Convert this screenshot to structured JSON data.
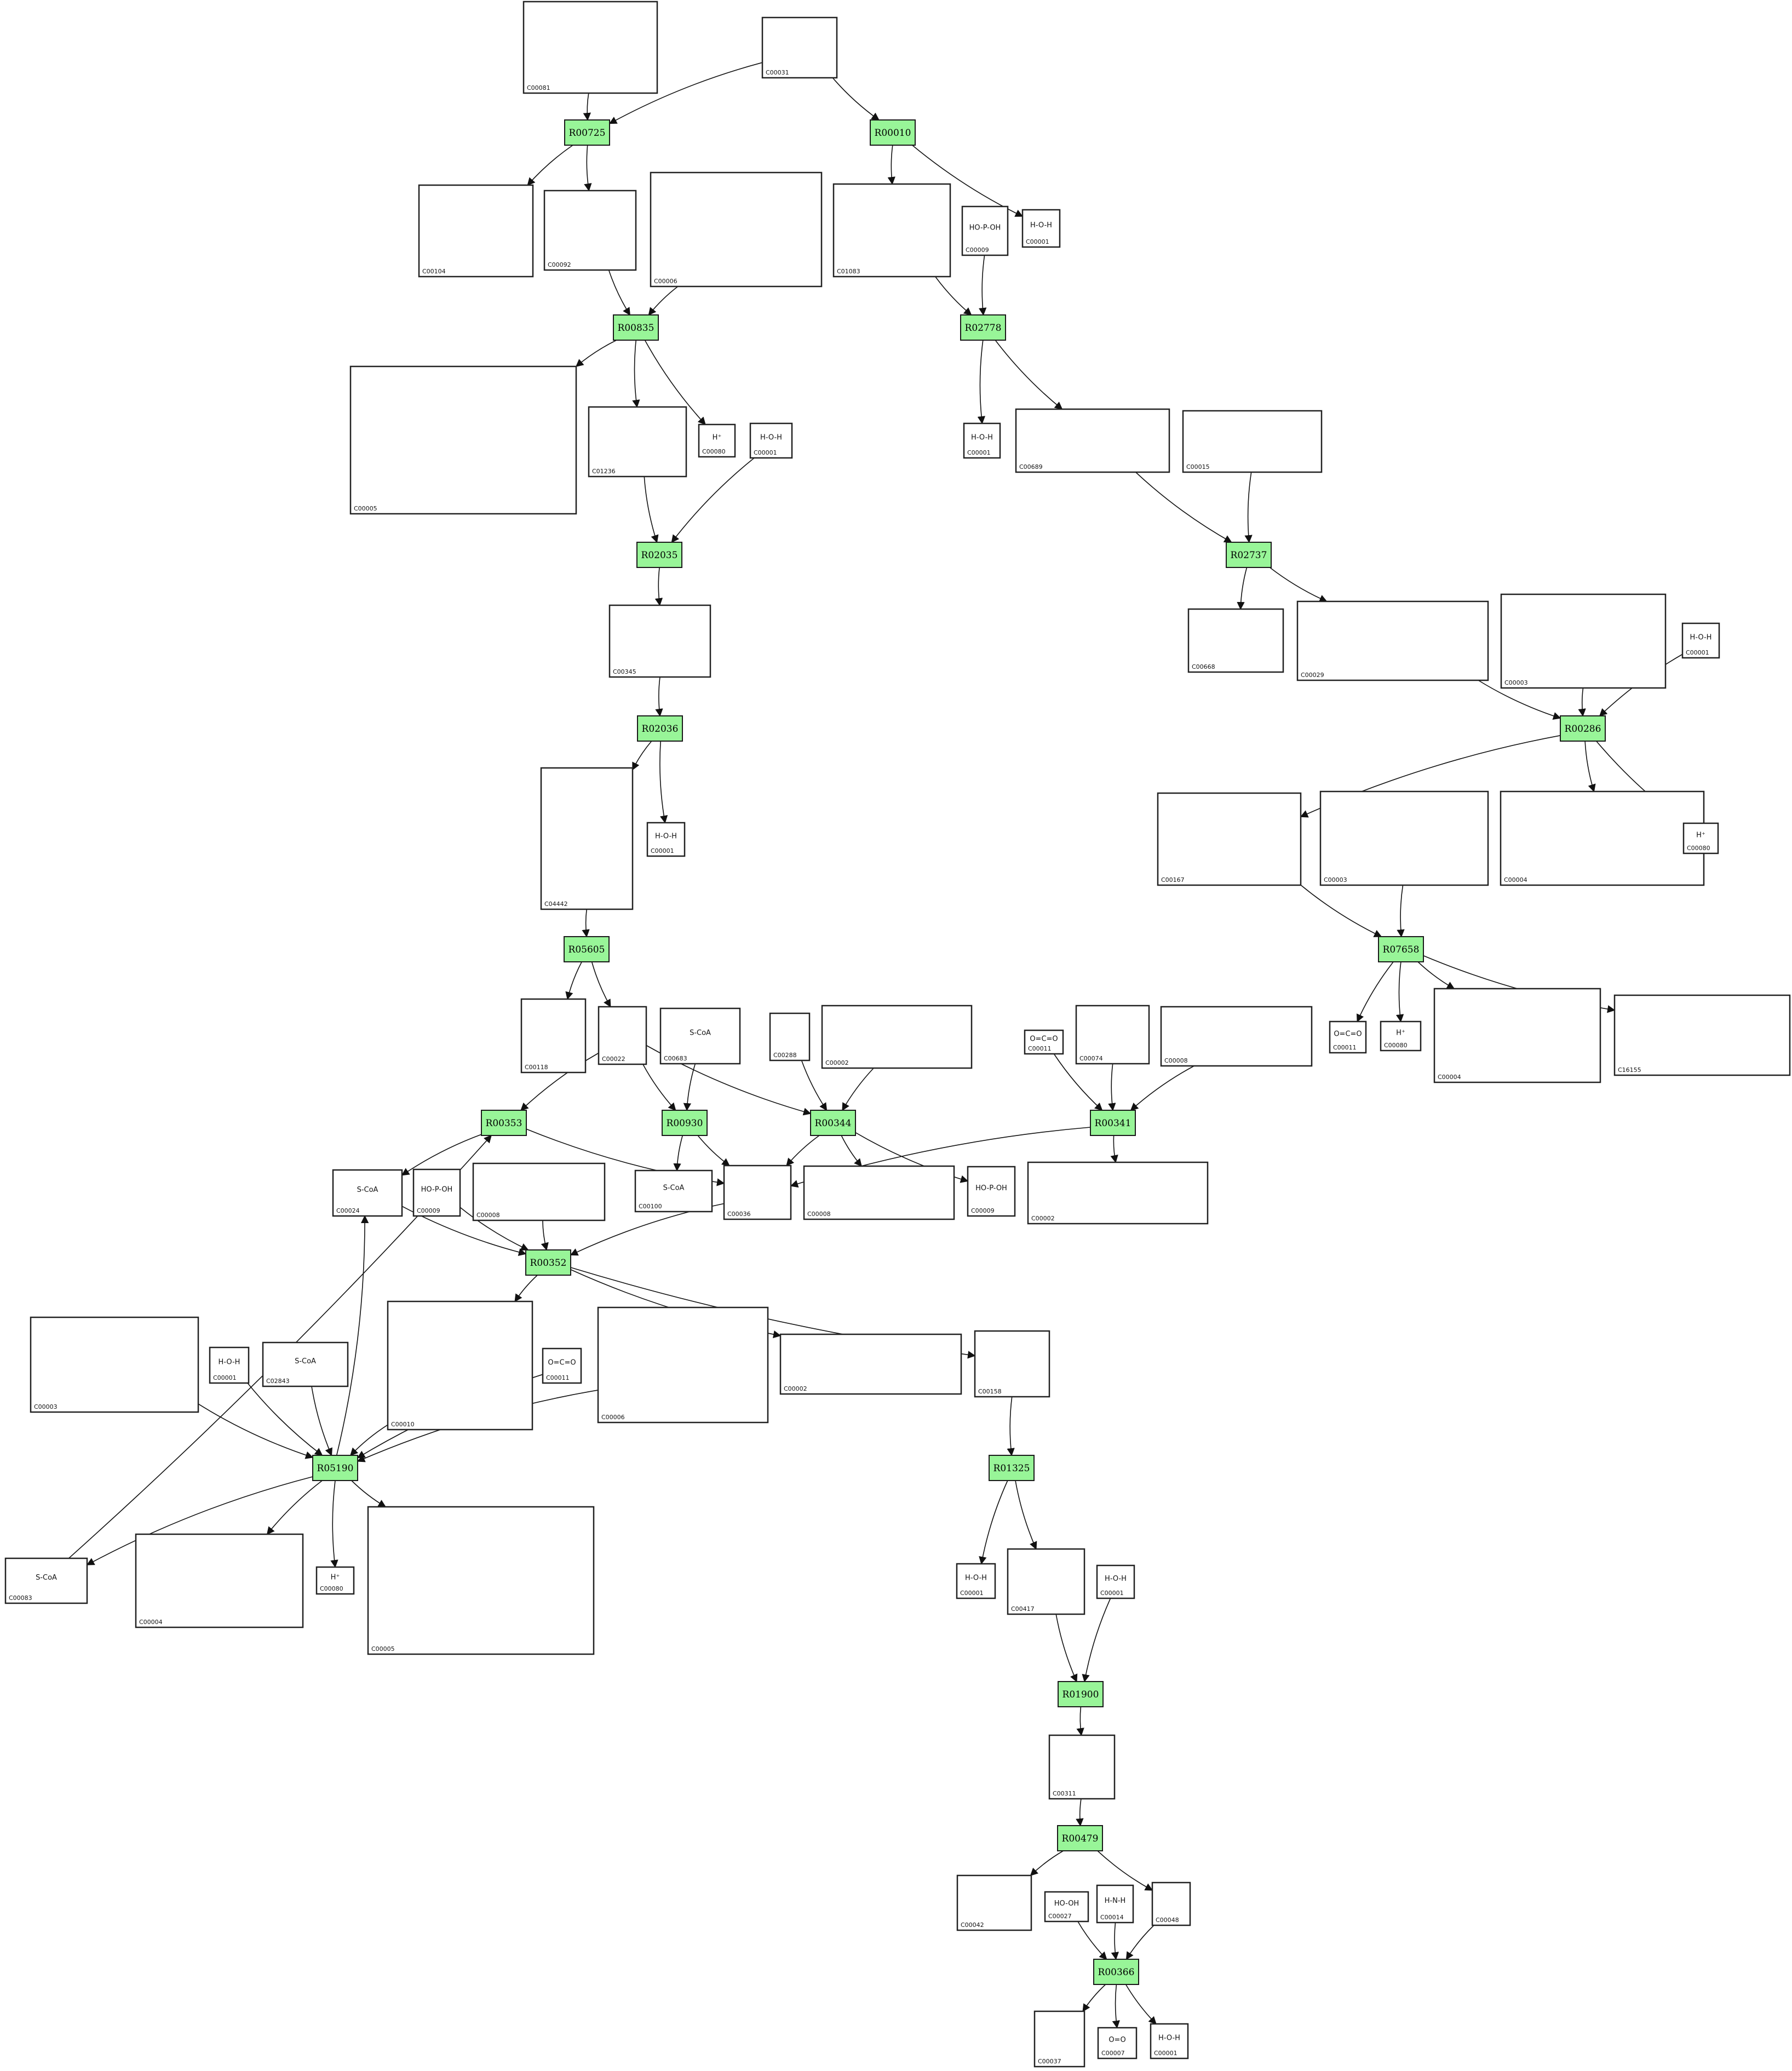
{
  "colors": {
    "reaction": "#98f598",
    "edge": "#111111",
    "box": "#222222"
  },
  "reactions": [
    {
      "id": "R00725",
      "label": "R00725"
    },
    {
      "id": "R00010",
      "label": "R00010"
    },
    {
      "id": "R00835",
      "label": "R00835"
    },
    {
      "id": "R02778",
      "label": "R02778"
    },
    {
      "id": "R02035",
      "label": "R02035"
    },
    {
      "id": "R02737",
      "label": "R02737"
    },
    {
      "id": "R02036",
      "label": "R02036"
    },
    {
      "id": "R00286",
      "label": "R00286"
    },
    {
      "id": "R05605",
      "label": "R05605"
    },
    {
      "id": "R07658",
      "label": "R07658"
    },
    {
      "id": "R00353",
      "label": "R00353"
    },
    {
      "id": "R00930",
      "label": "R00930"
    },
    {
      "id": "R00344",
      "label": "R00344"
    },
    {
      "id": "R00341",
      "label": "R00341"
    },
    {
      "id": "R00352",
      "label": "R00352"
    },
    {
      "id": "R05190",
      "label": "R05190"
    },
    {
      "id": "R01325",
      "label": "R01325"
    },
    {
      "id": "R01900",
      "label": "R01900"
    },
    {
      "id": "R00479",
      "label": "R00479"
    },
    {
      "id": "R00366",
      "label": "R00366"
    }
  ],
  "compounds": [
    {
      "key": "C00081_a",
      "label": "C00081",
      "structure": ""
    },
    {
      "key": "C00031_a",
      "label": "C00031",
      "structure": ""
    },
    {
      "key": "C00104_a",
      "label": "C00104",
      "structure": ""
    },
    {
      "key": "C00092_a",
      "label": "C00092",
      "structure": ""
    },
    {
      "key": "C00006_a",
      "label": "C00006",
      "structure": ""
    },
    {
      "key": "C01083_a",
      "label": "C01083",
      "structure": ""
    },
    {
      "key": "C00009_a",
      "label": "C00009",
      "structure": "HO-P-OH"
    },
    {
      "key": "C00001_a",
      "label": "C00001",
      "structure": "H-O-H"
    },
    {
      "key": "C00005_a",
      "label": "C00005",
      "structure": ""
    },
    {
      "key": "C01236_a",
      "label": "C01236",
      "structure": ""
    },
    {
      "key": "C00080_a",
      "label": "C00080",
      "structure": "H⁺"
    },
    {
      "key": "C00001_b",
      "label": "C00001",
      "structure": "H-O-H"
    },
    {
      "key": "C00001_c",
      "label": "C00001",
      "structure": "H-O-H"
    },
    {
      "key": "C00689_a",
      "label": "C00689",
      "structure": ""
    },
    {
      "key": "C00015_a",
      "label": "C00015",
      "structure": ""
    },
    {
      "key": "C00345_a",
      "label": "C00345",
      "structure": ""
    },
    {
      "key": "C00668_a",
      "label": "C00668",
      "structure": ""
    },
    {
      "key": "C00029_a",
      "label": "C00029",
      "structure": ""
    },
    {
      "key": "C00003_a",
      "label": "C00003",
      "structure": ""
    },
    {
      "key": "C00001_d",
      "label": "C00001",
      "structure": "H-O-H"
    },
    {
      "key": "C04442_a",
      "label": "C04442",
      "structure": ""
    },
    {
      "key": "C00001_e",
      "label": "C00001",
      "structure": "H-O-H"
    },
    {
      "key": "C00167_a",
      "label": "C00167",
      "structure": ""
    },
    {
      "key": "C00003_b",
      "label": "C00003",
      "structure": ""
    },
    {
      "key": "C00004_a",
      "label": "C00004",
      "structure": ""
    },
    {
      "key": "C00080_b",
      "label": "C00080",
      "structure": "H⁺"
    },
    {
      "key": "C00118_a",
      "label": "C00118",
      "structure": ""
    },
    {
      "key": "C00022_a",
      "label": "C00022",
      "structure": ""
    },
    {
      "key": "C00683_a",
      "label": "C00683",
      "structure": "S-CoA"
    },
    {
      "key": "C00288_a",
      "label": "C00288",
      "structure": ""
    },
    {
      "key": "C00002_a",
      "label": "C00002",
      "structure": ""
    },
    {
      "key": "C00011_a",
      "label": "C00011",
      "structure": "O=C=O"
    },
    {
      "key": "C00074_a",
      "label": "C00074",
      "structure": ""
    },
    {
      "key": "C00008_a",
      "label": "C00008",
      "structure": ""
    },
    {
      "key": "C00011_b",
      "label": "C00011",
      "structure": "O=C=O"
    },
    {
      "key": "C00080_c",
      "label": "C00080",
      "structure": "H⁺"
    },
    {
      "key": "C00004_b",
      "label": "C00004",
      "structure": ""
    },
    {
      "key": "C16155_a",
      "label": "C16155",
      "structure": ""
    },
    {
      "key": "C00024_a",
      "label": "C00024",
      "structure": "S-CoA"
    },
    {
      "key": "C00009_b",
      "label": "C00009",
      "structure": "HO-P-OH"
    },
    {
      "key": "C00008_b",
      "label": "C00008",
      "structure": ""
    },
    {
      "key": "C00100_a",
      "label": "C00100",
      "structure": "S-CoA"
    },
    {
      "key": "C00036_a",
      "label": "C00036",
      "structure": ""
    },
    {
      "key": "C00008_c",
      "label": "C00008",
      "structure": ""
    },
    {
      "key": "C00009_c",
      "label": "C00009",
      "structure": "HO-P-OH"
    },
    {
      "key": "C00002_b",
      "label": "C00002",
      "structure": ""
    },
    {
      "key": "C00003_c",
      "label": "C00003",
      "structure": ""
    },
    {
      "key": "C00001_f",
      "label": "C00001",
      "structure": "H-O-H"
    },
    {
      "key": "C02843_a",
      "label": "C02843",
      "structure": "S-CoA"
    },
    {
      "key": "C00010_a",
      "label": "C00010",
      "structure": ""
    },
    {
      "key": "C00011_c",
      "label": "C00011",
      "structure": "O=C=O"
    },
    {
      "key": "C00006_b",
      "label": "C00006",
      "structure": ""
    },
    {
      "key": "C00002_c",
      "label": "C00002",
      "structure": ""
    },
    {
      "key": "C00158_a",
      "label": "C00158",
      "structure": ""
    },
    {
      "key": "C00083_a",
      "label": "C00083",
      "structure": "S-CoA"
    },
    {
      "key": "C00004_c",
      "label": "C00004",
      "structure": ""
    },
    {
      "key": "C00080_d",
      "label": "C00080",
      "structure": "H⁺"
    },
    {
      "key": "C00005_b",
      "label": "C00005",
      "structure": ""
    },
    {
      "key": "C00001_g",
      "label": "C00001",
      "structure": "H-O-H"
    },
    {
      "key": "C00417_a",
      "label": "C00417",
      "structure": ""
    },
    {
      "key": "C00001_h",
      "label": "C00001",
      "structure": "H-O-H"
    },
    {
      "key": "C00311_a",
      "label": "C00311",
      "structure": ""
    },
    {
      "key": "C00042_a",
      "label": "C00042",
      "structure": ""
    },
    {
      "key": "C00027_a",
      "label": "C00027",
      "structure": "HO-OH"
    },
    {
      "key": "C00014_a",
      "label": "C00014",
      "structure": "H-N-H"
    },
    {
      "key": "C00048_a",
      "label": "C00048",
      "structure": ""
    },
    {
      "key": "C00037_a",
      "label": "C00037",
      "structure": ""
    },
    {
      "key": "C00007_a",
      "label": "C00007",
      "structure": "O=O"
    },
    {
      "key": "C00001_i",
      "label": "C00001",
      "structure": "H-O-H"
    }
  ]
}
